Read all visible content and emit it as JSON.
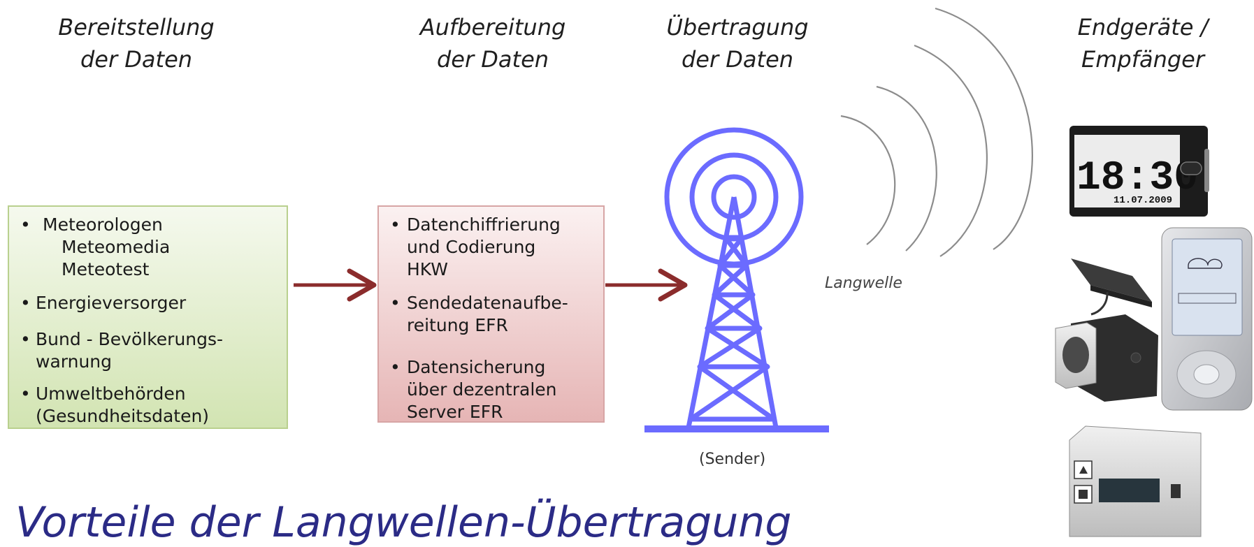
{
  "stages": [
    {
      "line1": "Bereitstellung",
      "line2": "der Daten"
    },
    {
      "line1": "Aufbereitung",
      "line2": "der Daten"
    },
    {
      "line1": "Übertragung",
      "line2": "der Daten"
    },
    {
      "line1": "Endgeräte /",
      "line2": "Empfänger"
    }
  ],
  "providers": {
    "item1": {
      "label": "Meteorologen",
      "sub1": "Meteomedia",
      "sub2": "Meteotest"
    },
    "item2": "Energieversorger",
    "item3": {
      "line1": "Bund - Bevölkerungs-",
      "line2": "warnung"
    },
    "item4": {
      "line1": "Umweltbehörden",
      "line2": "(Gesundheitsdaten)"
    }
  },
  "processing": {
    "item1": {
      "line1": "Datenchiffrierung",
      "line2": "und Codierung",
      "line3": "HKW"
    },
    "item2": {
      "line1": "Sendedatenaufbe-",
      "line2": "reitung EFR"
    },
    "item3": {
      "line1": "Datensicherung",
      "line2": "über dezentralen",
      "line3": "Server EFR"
    }
  },
  "transmitter_caption": "(Sender)",
  "wave_caption": "Langwelle",
  "devices": {
    "clock_time": "18:30",
    "clock_date": "11.07.2009"
  },
  "footer_title": "Vorteile der Langwellen-Übertragung",
  "colors": {
    "arrow": "#8b2c2c",
    "tower": "#6b6bff",
    "title": "#2b2b86",
    "box_green_border": "#b9d08e",
    "box_red_border": "#d7a5a5"
  }
}
